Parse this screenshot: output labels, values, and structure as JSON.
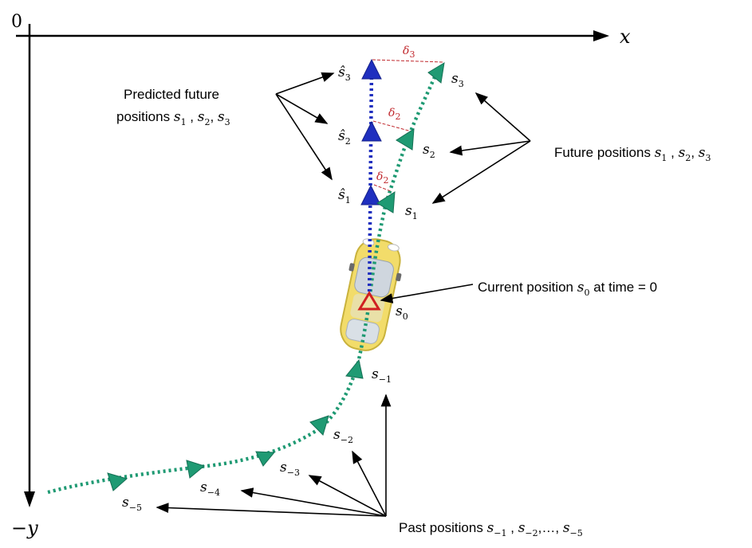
{
  "axes": {
    "origin_label": "0",
    "x_label": "x",
    "y_label": "−y"
  },
  "annotations": {
    "predicted_line1": "Predicted future",
    "predicted_line2_prefix": "positions ",
    "future_prefix": "Future positions ",
    "current_prefix": "Current position ",
    "current_suffix": "at time = 0",
    "past_prefix": "Past positions "
  },
  "point_labels": {
    "s1": "1",
    "s2": "2",
    "s3": "3",
    "s0": "0",
    "sm1": "−1",
    "sm2": "−2",
    "sm3": "−3",
    "sm4": "−4",
    "sm5": "−5",
    "hat1": "1",
    "hat2": "2",
    "hat3": "3"
  },
  "deltas": {
    "d1": "2",
    "d2": "2",
    "d3": "3"
  },
  "colors": {
    "observed": "#1f9a73",
    "predicted": "#1f2fbf",
    "current": "#d02020",
    "delta": "#c0282d",
    "car_body": "#f2dc6a"
  }
}
